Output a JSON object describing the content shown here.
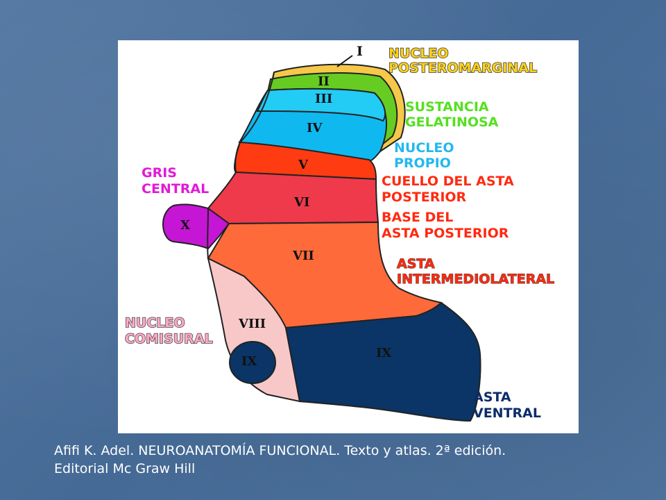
{
  "colors": {
    "lamina_I": "#f5c84a",
    "lamina_II": "#66cc22",
    "lamina_III": "#22ccf5",
    "lamina_IV": "#10b8f0",
    "lamina_V": "#ff3b12",
    "lamina_VI": "#ee3a4a",
    "lamina_VII": "#ff6a3a",
    "lamina_VIII": "#f8c8c8",
    "lamina_IX": "#0a3566",
    "lamina_X": "#c416d4",
    "label_yellow": "#ffd21a",
    "label_green": "#55e020",
    "label_cyan": "#22b8f0",
    "label_red": "#ff2a10",
    "label_magenta": "#e21ad8",
    "label_pink": "#ffa8c8",
    "label_navy": "#0c2c6a"
  },
  "laminae": {
    "I": "I",
    "II": "II",
    "III": "III",
    "IV": "IV",
    "V": "V",
    "VI": "VI",
    "VII": "VII",
    "VIII": "VIII",
    "IX_ventral": "IX",
    "IX_medial": "IX",
    "X": "X"
  },
  "labels": {
    "nucleo_posteromarginal": [
      "NUCLEO",
      "POSTEROMARGINAL"
    ],
    "sustancia_gelatinosa": [
      "SUSTANCIA",
      "GELATINOSA"
    ],
    "nucleo_propio": [
      "NUCLEO",
      "PROPIO"
    ],
    "cuello_asta_posterior": [
      "CUELLO DEL ASTA",
      "POSTERIOR"
    ],
    "base_asta_posterior": [
      "BASE DEL",
      "ASTA POSTERIOR"
    ],
    "asta_intermediolateral": [
      "ASTA",
      "INTERMEDIOLATERAL"
    ],
    "gris_central": [
      "GRIS",
      "CENTRAL"
    ],
    "nucleo_comisural": [
      "NUCLEO",
      "COMISURAL"
    ],
    "asta_ventral": [
      "ASTA",
      "VENTRAL"
    ]
  },
  "caption": {
    "line1": "Afifi K. Adel. NEUROANATOMÍA FUNCIONAL. Texto y atlas. 2ª edición.",
    "line2": "Editorial Mc Graw Hill"
  }
}
